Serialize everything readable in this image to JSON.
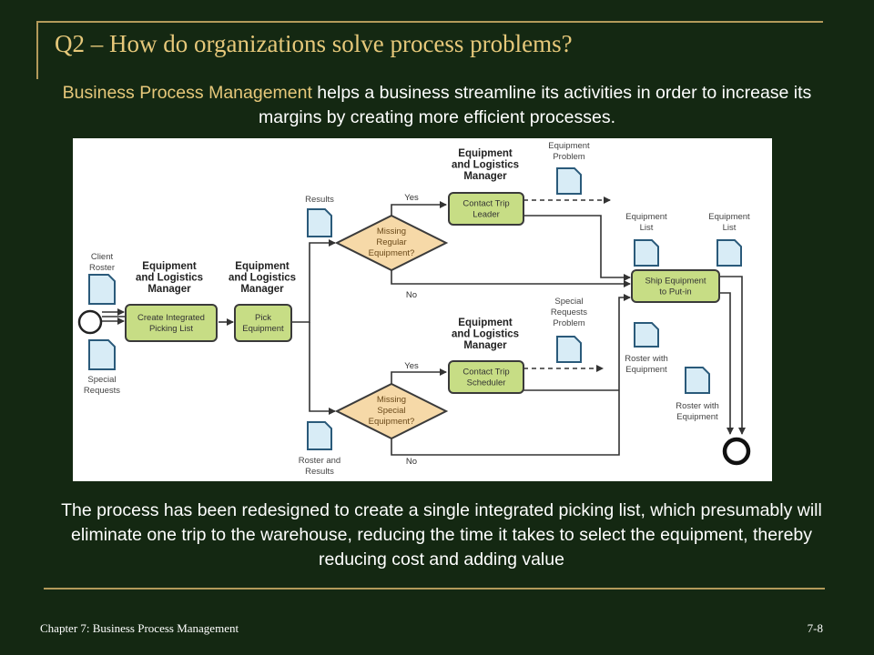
{
  "slide": {
    "title": "Q2 – How do organizations solve process problems?",
    "intro_highlight": "Business Process Management",
    "intro_rest": " helps a business streamline its activities in order to increase its margins by creating more efficient processes.",
    "summary": "The process has been redesigned to create a single integrated picking list, which presumably will eliminate one trip to the warehouse, reducing the time it takes to select the equipment, thereby reducing cost and adding value",
    "footer_left": "Chapter 7: Business Process Management",
    "footer_right": "7-8"
  },
  "diagram": {
    "roles": {
      "elm1": [
        "Equipment",
        "and Logistics",
        "Manager"
      ],
      "elm2": [
        "Equipment",
        "and Logistics",
        "Manager"
      ],
      "elm3": [
        "Equipment",
        "and Logistics",
        "Manager"
      ],
      "elm4": [
        "Equipment",
        "and Logistics",
        "Manager"
      ]
    },
    "activities": {
      "picking_list": [
        "Create Integrated",
        "Picking List"
      ],
      "pick_equipment": [
        "Pick",
        "Equipment"
      ],
      "contact_leader": [
        "Contact Trip",
        "Leader"
      ],
      "contact_scheduler": [
        "Contact Trip",
        "Scheduler"
      ],
      "ship": [
        "Ship Equipment",
        "to Put-in"
      ]
    },
    "decisions": {
      "regular": [
        "Missing",
        "Regular",
        "Equipment?"
      ],
      "special": [
        "Missing",
        "Special",
        "Equipment?"
      ]
    },
    "documents": {
      "client_roster": [
        "Client",
        "Roster"
      ],
      "special_requests": [
        "Special",
        "Requests"
      ],
      "results": [
        "Results"
      ],
      "roster_results": [
        "Roster and",
        "Results"
      ],
      "equip_problem": [
        "Equipment",
        "Problem"
      ],
      "special_problem": [
        "Special",
        "Requests",
        "Problem"
      ],
      "equip_list_1": [
        "Equipment",
        "List"
      ],
      "equip_list_2": [
        "Equipment",
        "List"
      ],
      "roster_equip_1": [
        "Roster with",
        "Equipment"
      ],
      "roster_equip_2": [
        "Roster with",
        "Equipment"
      ]
    },
    "labels": {
      "yes_top": "Yes",
      "no_top": "No",
      "yes_bottom": "Yes",
      "no_bottom": "No"
    },
    "colors": {
      "activity_fill": "#c7dd85",
      "decision_fill": "#f6d9a8",
      "document_fill": "#d8ecf6",
      "document_stroke": "#2a5a7a"
    }
  }
}
